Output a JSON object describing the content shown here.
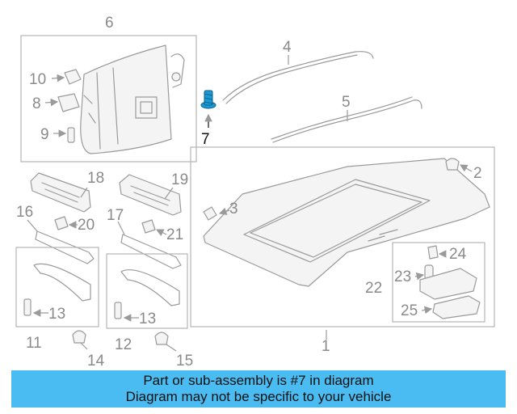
{
  "diagram": {
    "highlight_color": "#1a9bd6",
    "callouts": {
      "c1": "1",
      "c2": "2",
      "c3": "3",
      "c4": "4",
      "c5": "5",
      "c6": "6",
      "c7": "7",
      "c8": "8",
      "c9": "9",
      "c10": "10",
      "c11": "11",
      "c12": "12",
      "c13a": "13",
      "c13b": "13",
      "c14": "14",
      "c15": "15",
      "c16": "16",
      "c17": "17",
      "c18": "18",
      "c19": "19",
      "c20": "20",
      "c21": "21",
      "c22": "22",
      "c23": "23",
      "c24": "24",
      "c25": "25"
    }
  },
  "banner": {
    "line1": "Part or sub-assembly is #7 in diagram",
    "line2": "Diagram may not be specific to your vehicle",
    "background": "#4bbcf2"
  }
}
